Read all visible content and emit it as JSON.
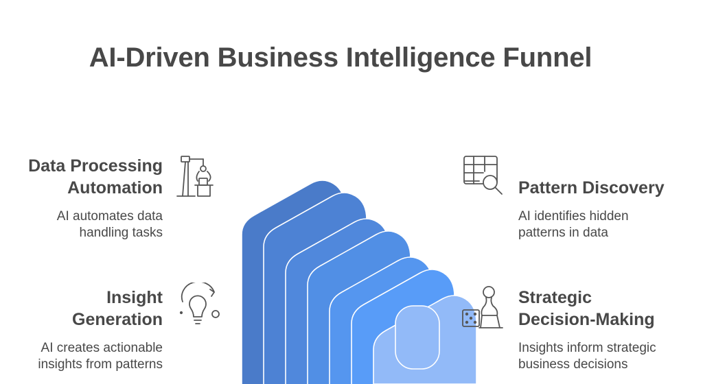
{
  "title": "AI-Driven Business Intelligence Funnel",
  "items": [
    {
      "heading_line1": "Data Processing",
      "heading_line2": "Automation",
      "desc_line1": "AI automates data",
      "desc_line2": "handling tasks",
      "icon": "robot-arm-icon"
    },
    {
      "heading_line1": "Pattern Discovery",
      "heading_line2": "",
      "desc_line1": "AI identifies hidden",
      "desc_line2": "patterns in data",
      "icon": "table-search-icon"
    },
    {
      "heading_line1": "Insight",
      "heading_line2": "Generation",
      "desc_line1": "AI creates actionable",
      "desc_line2": "insights from patterns",
      "icon": "lightbulb-icon"
    },
    {
      "heading_line1": "Strategic",
      "heading_line2": "Decision-Making",
      "desc_line1": "Insights inform strategic",
      "desc_line2": "business decisions",
      "icon": "chess-dice-icon"
    }
  ],
  "funnel_colors": [
    "#4a7bc9",
    "#4d82d4",
    "#5088dc",
    "#518fe5",
    "#5596ef",
    "#589cf8",
    "#92baf8"
  ]
}
